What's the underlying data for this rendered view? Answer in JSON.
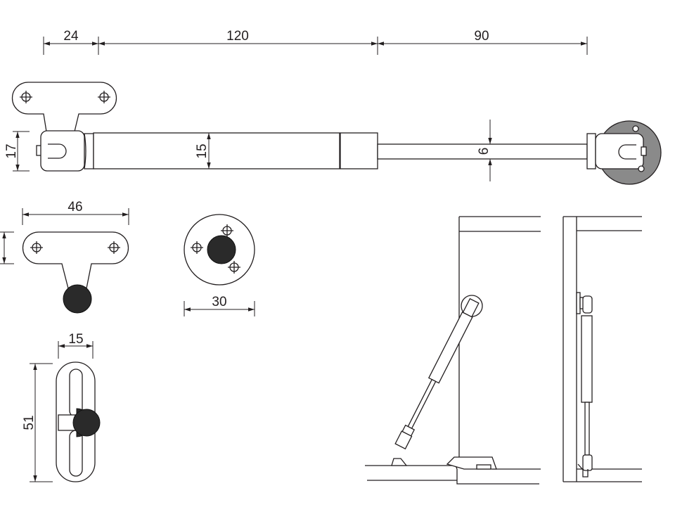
{
  "drawing": {
    "dimensions": {
      "bracket_offset": "24",
      "body_length": "120",
      "stroke": "90",
      "end_height": "17",
      "body_diameter": "15",
      "rod_diameter": "6",
      "bracket_width": "46",
      "round_plate_diameter": "30",
      "slot_plate_width": "15",
      "slot_plate_length": "51"
    },
    "colors": {
      "line": "#231f20",
      "end_disc": "#8a8a8a",
      "ball": "#2a2a2a"
    }
  }
}
